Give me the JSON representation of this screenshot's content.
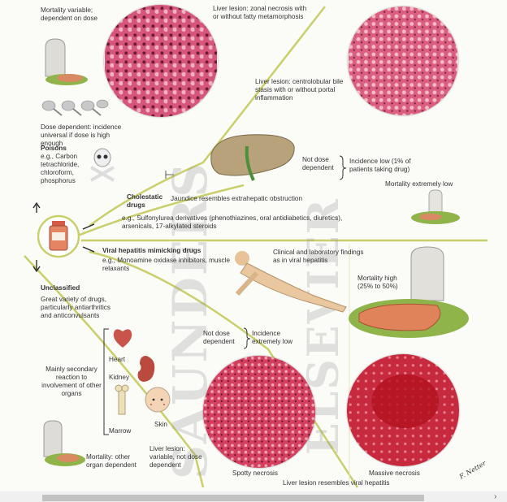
{
  "labels": {
    "mortality_variable": "Mortality variable; dependent on dose",
    "dose_dependent": "Dose dependent: incidence universal if dose is high enough",
    "poisons_title": "Poisons",
    "poisons_examples": "e.g., Carbon tetrachloride, chloroform, phosphorus",
    "liver_lesion_zonal": "Liver lesion: zonal necrosis with or without fatty metamorphosis",
    "liver_lesion_centrolobular": "Liver lesion: centrolobular bile stasis with or without portal inflammation",
    "not_dose_dependent_1": "Not dose dependent",
    "incidence_low": "Incidence low (1% of patients taking drug)",
    "mortality_extremely_low": "Mortality extremely low",
    "cholestatic_title": "Cholestatic drugs",
    "jaundice": "Jaundice resembles extrahepatic obstruction",
    "cholestatic_examples": "e.g., Sulfonylurea derivatives (phenothiazines, oral antidiabetics, diuretics), arsenicals, 17-alkylated steroids",
    "viral_mimic_title": "Viral hepatitis mimicking drugs",
    "viral_mimic_examples": "e.g., Monoamine oxidase inhibitors, muscle relaxants",
    "clinical_findings": "Clinical and laboratory findings as in viral hepatitis",
    "mortality_high": "Mortality high (25% to 50%)",
    "unclassified_title": "Unclassified",
    "unclassified_desc": "Great variety of drugs, particularly antiarthritics and anticonvulsants",
    "secondary_reaction": "Mainly secondary reaction to involvement of other organs",
    "organ_heart": "Heart",
    "organ_kidney": "Kidney",
    "organ_marrow": "Marrow",
    "organ_skin": "Skin",
    "not_dose_dependent_2": "Not dose dependent",
    "incidence_extremely_low": "Incidence extremely low",
    "mortality_other_organ": "Mortality: other organ dependent",
    "liver_lesion_variable": "Liver lesion: variable, not dose dependent",
    "spotty_necrosis": "Spotty necrosis",
    "massive_necrosis": "Massive necrosis",
    "liver_lesion_resembles": "Liver lesion resembles viral hepatitis",
    "signature": "F. Netter"
  },
  "watermark": [
    "SAUNDERS",
    "ELSEVIER"
  ],
  "colors": {
    "line_green": "#c9cf6a",
    "tissue_pink": "#d2456a",
    "tissue_red": "#b81f36",
    "grass": "#8fb44a"
  },
  "icons": [
    "tombstone-icon",
    "spoons-icon",
    "skull-crossbones-icon",
    "liver-icon",
    "medicine-bottle-icon",
    "patient-figure-icon",
    "heart-icon",
    "kidney-icon",
    "bone-marrow-icon",
    "child-face-icon"
  ]
}
